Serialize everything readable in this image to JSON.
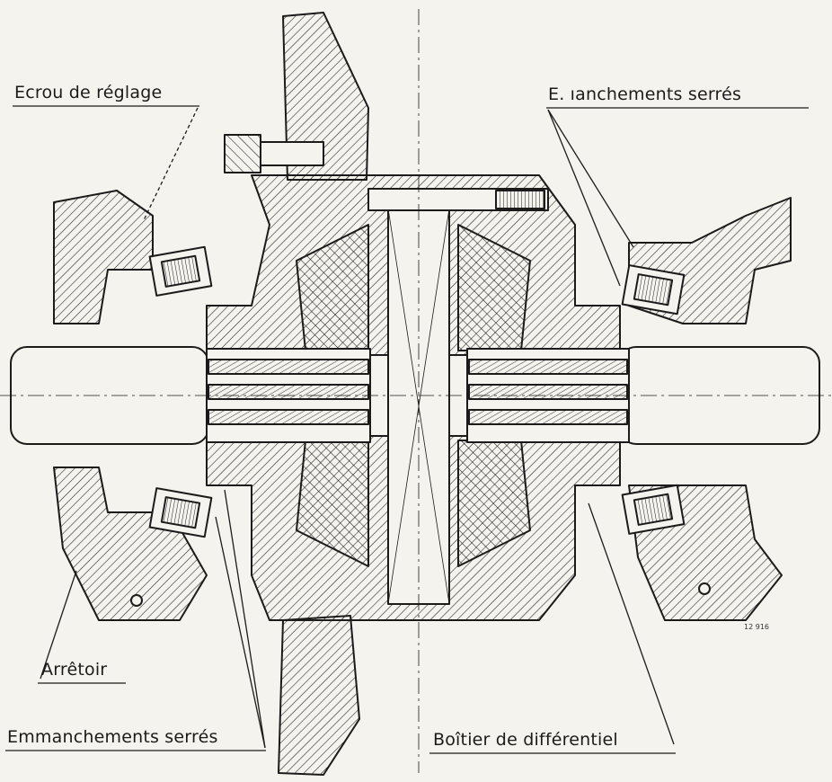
{
  "labels": {
    "adjusting_nut": "Ecrou de réglage",
    "press_fits_top": "E. ıanchements serrés",
    "stop": "Arrêtoir",
    "press_fits_bottom": "Emmanchements serrés",
    "differential_case": "Boîtier de différentiel"
  },
  "reference_number": "12 916",
  "colors": {
    "ink": "#1b1b1b",
    "paper": "#f4f3ee"
  }
}
